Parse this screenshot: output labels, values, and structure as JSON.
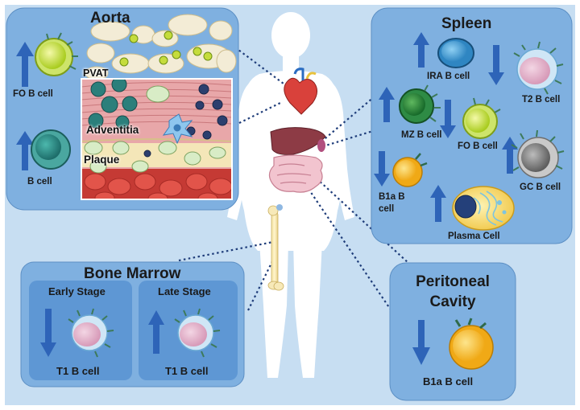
{
  "colors": {
    "background": "#c7def2",
    "panel": "#7fb0e0",
    "subpanel": "#5e97d4",
    "arrow": "#2e64b8",
    "silhouette": "#ffffff",
    "dotted_line": "#1f3d7a"
  },
  "aorta": {
    "title": "Aorta",
    "labels": {
      "pvat": "PVAT",
      "adventitia": "Adventitia",
      "plaque": "Plaque"
    },
    "cells": [
      {
        "label": "FO B cell",
        "arrow": "up"
      },
      {
        "label": "B cell",
        "arrow": "up"
      }
    ]
  },
  "spleen": {
    "title": "Spleen",
    "cells": [
      {
        "label": "IRA B cell",
        "arrow": "up"
      },
      {
        "label": "T2 B cell",
        "arrow": "down"
      },
      {
        "label": "MZ B cell",
        "arrow": "up"
      },
      {
        "label": "FO B cell",
        "arrow": "down"
      },
      {
        "label": "B1a B cell",
        "arrow": "down"
      },
      {
        "label": "GC B cell",
        "arrow": "up"
      },
      {
        "label": "Plasma Cell",
        "arrow": "up"
      }
    ]
  },
  "bone_marrow": {
    "title": "Bone Marrow",
    "stages": [
      {
        "title": "Early Stage",
        "cell": "T1 B cell",
        "arrow": "down"
      },
      {
        "title": "Late Stage",
        "cell": "T1 B cell",
        "arrow": "up"
      }
    ]
  },
  "peritoneal": {
    "title": "Peritoneal Cavity",
    "cells": [
      {
        "label": "B1a B cell",
        "arrow": "down"
      }
    ]
  }
}
